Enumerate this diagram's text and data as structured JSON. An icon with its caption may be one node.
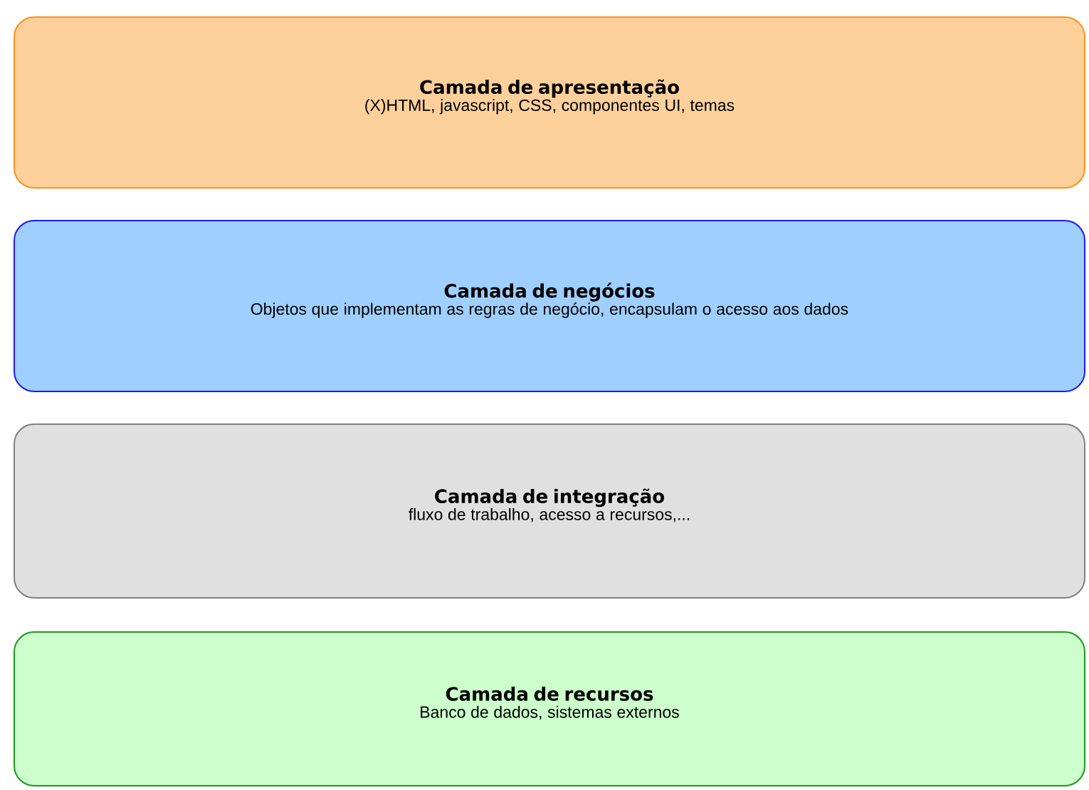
{
  "diagram": {
    "nodes": [
      {
        "text": [
          "Camada de apresentação",
          "(X)HTML, javascript, CSS, componentes UI, temas"
        ]
      },
      {
        "text": [
          "Camada de negócios",
          "Objetos que implementam as regras de negócio, encapsulam o acesso aos dados"
        ]
      },
      {
        "text": [
          "Camada de integração",
          "fluxo de trabalho, acesso a recursos,..."
        ]
      },
      {
        "text": [
          "Camada de recursos",
          "Banco de dados, sistemas externos"
        ]
      }
    ]
  }
}
